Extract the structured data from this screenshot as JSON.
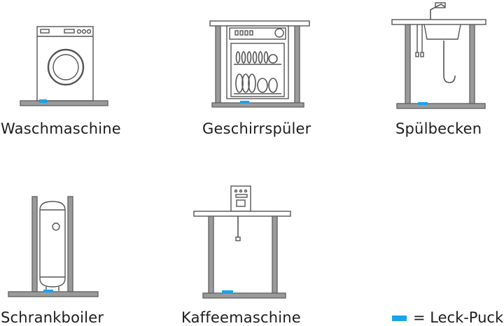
{
  "appliances": [
    {
      "id": "waschmaschine",
      "label": "Waschmaschine"
    },
    {
      "id": "geschirrspueler",
      "label": "Geschirrspüler"
    },
    {
      "id": "spuelbecken",
      "label": "Spülbecken"
    },
    {
      "id": "schrankboiler",
      "label": "Schrankboiler"
    },
    {
      "id": "kaffeemaschine",
      "label": "Kaffeemaschine"
    }
  ],
  "legend": {
    "label": "= Leck-Puck",
    "marker_color": "#1aa3e8"
  },
  "colors": {
    "stroke": "#555555",
    "fill_gray": "#9a9a9a",
    "puck": "#1aa3e8"
  }
}
